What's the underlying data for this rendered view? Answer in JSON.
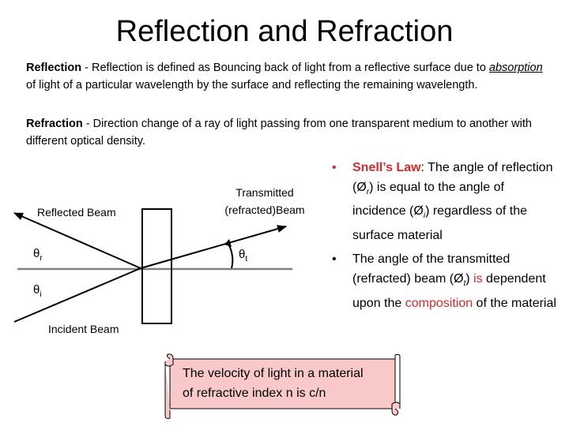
{
  "title": "Reflection and Refraction",
  "reflection": {
    "term": "Reflection",
    "text_1": " - Reflection is defined as Bouncing back of light from a reflective surface due to ",
    "emph": "absorption",
    "text_2": " of light of a particular wavelength by the surface and reflecting the remaining wavelength."
  },
  "refraction": {
    "term": "Refraction",
    "text": " - Direction change of a ray of light passing from one transparent medium to another with different optical density."
  },
  "diagram": {
    "reflected_label": "Reflected Beam",
    "transmitted_label_1": "Transmitted",
    "transmitted_label_2": "(refracted)Beam",
    "incident_label": "Incident Beam",
    "theta_r": "θ",
    "theta_r_sub": "r",
    "theta_i": "θ",
    "theta_i_sub": "i",
    "theta_t": "θ",
    "theta_t_sub": "t"
  },
  "bullets": {
    "marker_1": "•",
    "marker_2": "•",
    "b1_lead": "Snell’s Law",
    "b1_t1": ": The angle of reflection (Ø",
    "b1_s1": "r",
    "b1_t2": ") is equal to the angle of incidence (Ø",
    "b1_s2": "i",
    "b1_t3": ") regardless of the surface material",
    "b2_t1": "The angle of the transmitted (refracted) beam (Ø",
    "b2_s1": "t",
    "b2_t2": ") ",
    "b2_red1": "is",
    "b2_t3": " dependent upon the ",
    "b2_red2": "composition",
    "b2_t4": " of the material"
  },
  "callout": {
    "line_1": "The velocity of light in a material",
    "line_2": "of refractive index n   is c/n"
  },
  "colors": {
    "accent_red": "#d42a2a",
    "callout_fill": "#f9c9c9"
  }
}
